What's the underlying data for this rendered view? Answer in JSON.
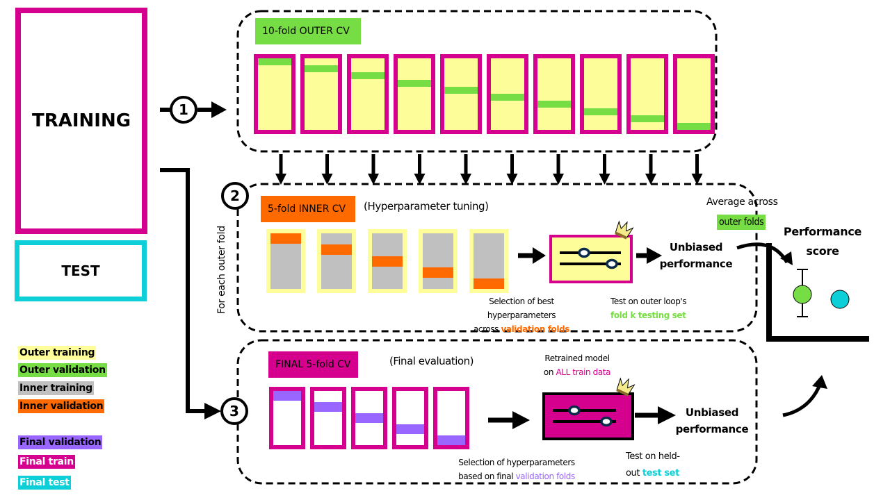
{
  "colors": {
    "outer_training": "#fdfd99",
    "outer_validation": "#77dd44",
    "inner_training": "#c0c0c0",
    "inner_validation": "#ff6a00",
    "final_validation": "#9966ff",
    "final_train": "#d6008f",
    "final_test": "#0ccfd8",
    "model_knob": "#0a2a4a",
    "crown": "#f5ea8a"
  },
  "data_split": {
    "training_label": "TRAINING",
    "test_label": "TEST"
  },
  "steps": [
    "1",
    "2",
    "3"
  ],
  "outer_cv": {
    "title": "10-fold OUTER CV",
    "fold_count": 10,
    "validation_positions": [
      0,
      0.11,
      0.22,
      0.33,
      0.44,
      0.55,
      0.66,
      0.77,
      0.88,
      1.0
    ]
  },
  "inner_cv": {
    "title": "5-fold INNER CV",
    "subtitle": "(Hyperparameter tuning)",
    "side_label": "For each outer fold",
    "fold_count": 5,
    "validation_positions": [
      0,
      0.25,
      0.5,
      0.75,
      1.0
    ],
    "selection_caption_1": "Selection of best hyperparameters",
    "selection_caption_2_prefix": "across ",
    "selection_caption_2_highlight": "validation folds",
    "result_line_1": "Unbiased",
    "result_line_2": "performance",
    "test_caption_1": "Test on outer loop's",
    "test_caption_2": "fold k testing set"
  },
  "final_cv": {
    "title": "FINAL 5-fold CV",
    "subtitle": "(Final evaluation)",
    "fold_count": 5,
    "validation_positions": [
      0,
      0.25,
      0.5,
      0.75,
      1.0
    ],
    "model_caption_1": "Retrained model",
    "model_caption_2_prefix": "on ",
    "model_caption_2_highlight": "ALL train data",
    "selection_caption_1": "Selection of hyperparameters",
    "selection_caption_2_prefix": "based on final ",
    "selection_caption_2_highlight": "validation folds",
    "result_line_1": "Unbiased",
    "result_line_2": "performance",
    "test_caption_1": "Test on held-",
    "test_caption_2_prefix": "out ",
    "test_caption_2_highlight": "test set"
  },
  "performance": {
    "average_line_1": "Average across",
    "average_line_2": "outer folds",
    "title_line_1": "Performance",
    "title_line_2": "score"
  },
  "legend": [
    {
      "label": "Outer training",
      "key": "outer_training",
      "text_color": "#000000"
    },
    {
      "label": "Outer validation",
      "key": "outer_validation",
      "text_color": "#000000"
    },
    {
      "label": "Inner training",
      "key": "inner_training",
      "text_color": "#000000"
    },
    {
      "label": "Inner validation",
      "key": "inner_validation",
      "text_color": "#000000"
    },
    {
      "label": "Final validation",
      "key": "final_validation",
      "text_color": "#000000"
    },
    {
      "label": "Final train",
      "key": "final_train",
      "text_color": "#ffffff"
    },
    {
      "label": "Final test",
      "key": "final_test",
      "text_color": "#ffffff"
    }
  ]
}
